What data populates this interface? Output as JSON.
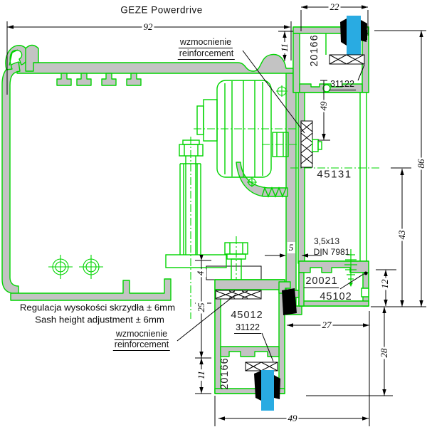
{
  "title": "GEZE Powerdrive",
  "labels": {
    "reinforcement_top": {
      "pl": "wzmocnienie",
      "en": "reinforcement"
    },
    "reinforcement_bottom": {
      "pl": "wzmocnienie",
      "en": "reinforcement"
    },
    "adjustment": {
      "pl": "Regulacja wysokości skrzydła ± 6mm",
      "en": "Sash height adjustment ± 6mm"
    },
    "screw": {
      "size": "3,5x13",
      "norm": "DIN 7981"
    }
  },
  "parts": {
    "top_track": "20166",
    "top_brush": "31122",
    "frame_profile": "45131",
    "glazing_clip": "20021",
    "bottom_rail": "45102",
    "sash_profile": "45012",
    "bottom_brush": "31122",
    "bottom_track": "20166"
  },
  "dims": {
    "total_width": "92",
    "track_width": "22",
    "track_offset": "11",
    "reinforcement_pos": "49",
    "frame_height": "86",
    "lower_height": "43",
    "rail_inset": "12",
    "rail_width": "27",
    "bottom_height": "28",
    "sash_width": "49",
    "side_gap": "5",
    "adjust_gap": "4",
    "chamber_upper": "25",
    "chamber_lower": "11"
  },
  "colors": {
    "profile_green": "#00d400",
    "metal_gray": "#c3c3c3",
    "brush_cyan": "#29abe2",
    "drafting_black": "#000000"
  }
}
